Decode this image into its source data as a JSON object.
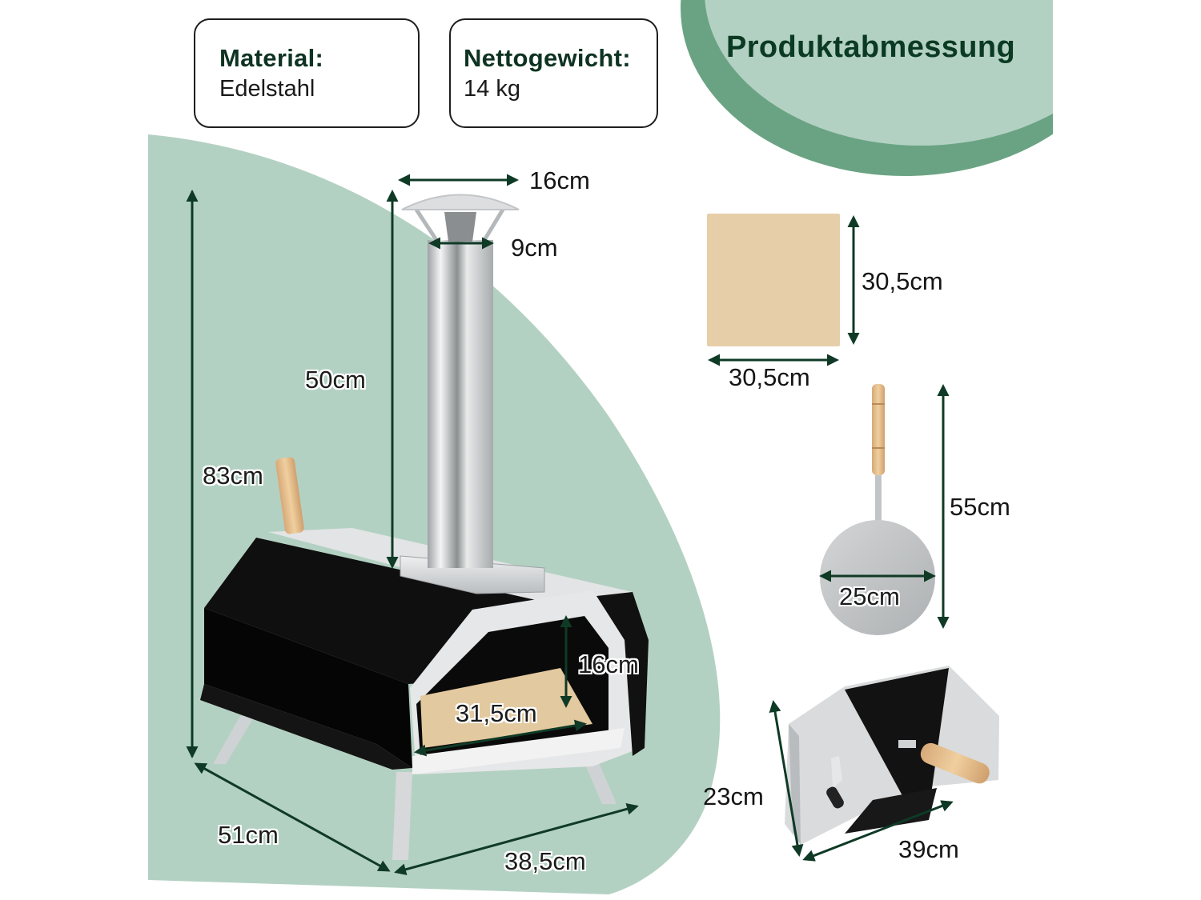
{
  "header": {
    "title": "Produktabmessung"
  },
  "info_cards": [
    {
      "label": "Material:",
      "value": "Edelstahl"
    },
    {
      "label": "Nettogewicht:",
      "value": "14 kg"
    }
  ],
  "oven": {
    "total_height": "83cm",
    "chimney_height": "50cm",
    "chimney_cap_width": "16cm",
    "chimney_pipe_diameter": "9cm",
    "depth": "51cm",
    "width": "38,5cm",
    "opening_height": "16cm",
    "opening_width": "31,5cm"
  },
  "pizza_stone": {
    "height": "30,5cm",
    "width": "30,5cm"
  },
  "pizza_peel": {
    "length": "55cm",
    "diameter": "25cm"
  },
  "door_panel": {
    "height": "23cm",
    "width": "39cm"
  },
  "colors": {
    "mint_background": "#b3d1c2",
    "accent_green": "#6aa383",
    "dark_green_text": "#0b3a22",
    "arrow_color": "#0f3a26",
    "stone_beige": "#e6cfa8",
    "oven_black": "#0d0d0d",
    "steel": "#c9ccce"
  }
}
